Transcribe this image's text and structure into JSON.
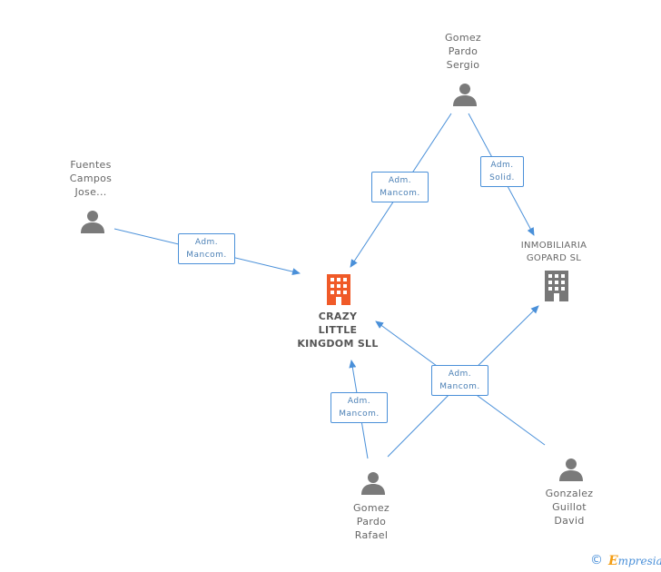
{
  "nodes": {
    "gomez_sergio": {
      "lines": [
        "Gomez",
        "Pardo",
        "Sergio"
      ]
    },
    "fuentes_jose": {
      "lines": [
        "Fuentes",
        "Campos",
        "Jose..."
      ]
    },
    "inmobiliaria": {
      "lines": [
        "INMOBILIARIA",
        "GOPARD SL"
      ]
    },
    "crazy_little": {
      "lines": [
        "CRAZY",
        "LITTLE",
        "KINGDOM SLL"
      ]
    },
    "gomez_rafael": {
      "lines": [
        "Gomez",
        "Pardo",
        "Rafael"
      ]
    },
    "gonzalez_david": {
      "lines": [
        "Gonzalez",
        "Guillot",
        "David"
      ]
    }
  },
  "edges": {
    "sergio_crazy": {
      "lines": [
        "Adm.",
        "Mancom."
      ]
    },
    "sergio_inmob": {
      "lines": [
        "Adm.",
        "Solid."
      ]
    },
    "jose_crazy": {
      "lines": [
        "Adm.",
        "Mancom."
      ]
    },
    "rafael_crazy": {
      "lines": [
        "Adm.",
        "Mancom."
      ]
    },
    "rafael_multi": {
      "lines": [
        "Adm.",
        "Mancom."
      ]
    }
  },
  "footer": {
    "copyright": "©",
    "brand_first": "E",
    "brand_rest": "mpresia"
  },
  "colors": {
    "edge": "#4a90d9",
    "person": "#7a7a7a",
    "company": "#777777",
    "main_company": "#f05a28"
  }
}
